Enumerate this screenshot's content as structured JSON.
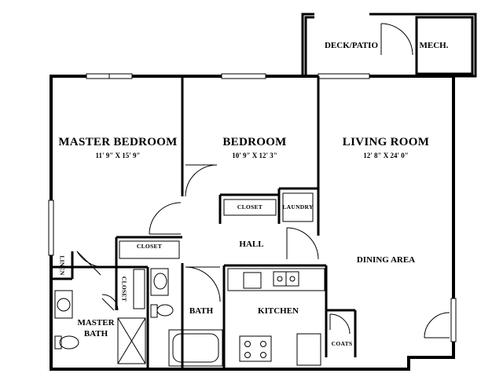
{
  "rooms": {
    "master_bedroom": {
      "name": "MASTER BEDROOM",
      "dims": "11' 9\" X 15' 9\""
    },
    "bedroom": {
      "name": "BEDROOM",
      "dims": "10' 9\" X 12' 3\""
    },
    "living_room": {
      "name": "LIVING ROOM",
      "dims": "12' 8\" X 24' 0\""
    },
    "deck_patio": {
      "name": "DECK/PATIO"
    },
    "mech": {
      "name": "MECH."
    },
    "closet_bedroom": {
      "name": "CLOSET"
    },
    "laundry": {
      "name": "LAUNDRY"
    },
    "closet_master": {
      "name": "CLOSET"
    },
    "hall": {
      "name": "HALL"
    },
    "dining_area": {
      "name": "DINING AREA"
    },
    "linen": {
      "name": "LINEN"
    },
    "closet_vertical": {
      "name": "CLOSET"
    },
    "master_bath": {
      "name_line1": "MASTER",
      "name_line2": "BATH"
    },
    "bath": {
      "name": "BATH"
    },
    "kitchen": {
      "name": "KITCHEN"
    },
    "coats": {
      "name": "COATS"
    }
  }
}
